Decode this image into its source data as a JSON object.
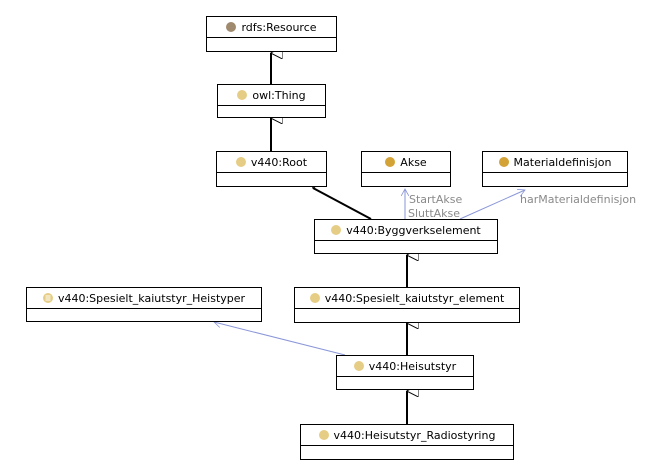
{
  "classes": {
    "rdfs_resource": {
      "label": "rdfs:Resource",
      "icon": "resource-dot-icon",
      "dot_color": "#a08a6e"
    },
    "owl_thing": {
      "label": "owl:Thing",
      "icon": "class-dot-icon",
      "dot_color": "#e6cd86"
    },
    "root": {
      "label": "v440:Root",
      "icon": "class-dot-icon",
      "dot_color": "#e6cd86"
    },
    "akse": {
      "label": "Akse",
      "icon": "class-dot-icon",
      "dot_color": "#d4a338"
    },
    "materialdefinisjon": {
      "label": "Materialdefinisjon",
      "icon": "class-dot-icon",
      "dot_color": "#d4a338"
    },
    "byggverkselement": {
      "label": "v440:Byggverkselement",
      "icon": "class-dot-icon",
      "dot_color": "#e6cd86"
    },
    "heistyper": {
      "label": "v440:Spesielt_kaiutstyr_Heistyper",
      "icon": "enum-list-icon",
      "dot_color": "#e6cd86"
    },
    "kaiutstyr_element": {
      "label": "v440:Spesielt_kaiutstyr_element",
      "icon": "class-dot-icon",
      "dot_color": "#e6cd86"
    },
    "heisutstyr": {
      "label": "v440:Heisutstyr",
      "icon": "class-dot-icon",
      "dot_color": "#e6cd86"
    },
    "radiostyring": {
      "label": "v440:Heisutstyr_Radiostyring",
      "icon": "class-dot-icon",
      "dot_color": "#e6cd86"
    }
  },
  "edge_labels": {
    "start_akse": "StartAkse",
    "slutt_akse": "SluttAkse",
    "har_materialdefinisjon": "harMaterialdefinisjon"
  },
  "colors": {
    "inheritance": "#000000",
    "association": "#8a96d8",
    "label": "#8a8a8a"
  }
}
